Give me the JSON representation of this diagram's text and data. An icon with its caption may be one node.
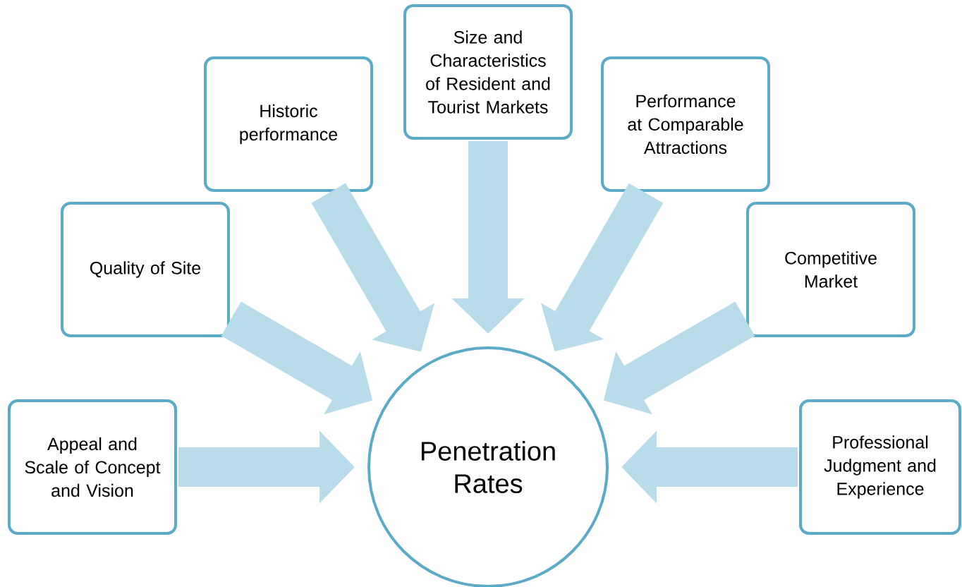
{
  "diagram": {
    "nodes": [
      {
        "text": [
          "Appeal and Scale of Concept and Vision"
        ]
      },
      {
        "text": [
          "Quality of Site"
        ]
      },
      {
        "text": [
          "Historic performance"
        ]
      },
      {
        "text": [
          "Size and Characteristics of Resident and Tourist Markets"
        ]
      },
      {
        "text": [
          "Performance at Comparable Attractions"
        ]
      },
      {
        "text": [
          "Competitive Market"
        ]
      },
      {
        "text": [
          "Professional Judgment and Experience"
        ]
      },
      {
        "text": [
          "Penetration Rates"
        ]
      }
    ],
    "edges": [
      {
        "from": 0,
        "to": 7,
        "arrow": "to"
      },
      {
        "from": 1,
        "to": 7,
        "arrow": "to"
      },
      {
        "from": 2,
        "to": 7,
        "arrow": "to"
      },
      {
        "from": 3,
        "to": 7,
        "arrow": "to"
      },
      {
        "from": 4,
        "to": 7,
        "arrow": "to"
      },
      {
        "from": 5,
        "to": 7,
        "arrow": "to"
      },
      {
        "from": 6,
        "to": 7,
        "arrow": "to"
      }
    ]
  }
}
